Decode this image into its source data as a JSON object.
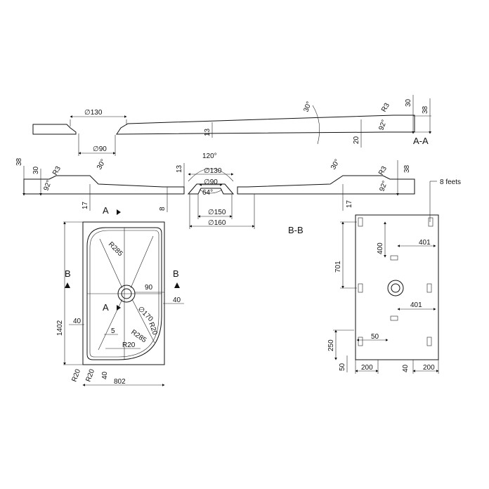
{
  "section_a": {
    "label": "A-A",
    "dims": {
      "dia_top": "∅130",
      "dia_bottom": "∅90",
      "thick_13": "13",
      "angle_30": "30°",
      "r3": "R3",
      "angle_92": "92°",
      "h30": "30",
      "h38": "38",
      "h20": "20"
    }
  },
  "section_b": {
    "label": "B-B",
    "dims": {
      "h38_left": "38",
      "h30_left": "30",
      "r3_left": "R3",
      "angle_92_left": "92°",
      "angle_30_left": "30°",
      "h17_left": "17",
      "angle_120": "120°",
      "h13": "13",
      "dia_130": "∅130",
      "dia_90": "∅90",
      "angle_64": "64°",
      "h8": "8",
      "dia_150": "∅150",
      "dia_160": "∅160",
      "angle_30_right": "30°",
      "r3_right": "R3",
      "angle_92_right": "92°",
      "h38_right": "38",
      "h17_right": "17"
    }
  },
  "plan": {
    "mark_a_top": "A",
    "mark_a_mid": "A",
    "mark_b_left": "B",
    "mark_b_right": "B",
    "dims": {
      "r285_top": "R285",
      "d90": "90",
      "d40_right": "40",
      "d40_left": "40",
      "d1402": "1402",
      "dia170": "∅170",
      "r20_diag": "R20",
      "d5": "5",
      "r285_bottom": "R285",
      "r20_mid": "R20",
      "r20_corner": "R20",
      "r20_corner2": "R20",
      "d40_bottom": "40",
      "d802": "802"
    }
  },
  "base": {
    "feet_label": "8 feets",
    "dims": {
      "d401_top": "401",
      "d400": "400",
      "d701": "701",
      "d401_mid": "401",
      "d50_mid": "50",
      "d250": "250",
      "d50_left": "50",
      "d200_left": "200",
      "d40": "40",
      "d200_right": "200"
    }
  }
}
